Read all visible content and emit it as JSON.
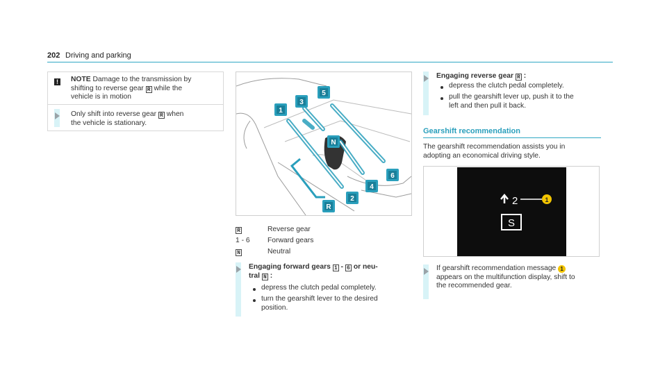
{
  "header": {
    "page_number": "202",
    "section": "Driving and parking"
  },
  "note": {
    "icon": "warning-icon",
    "title": "NOTE",
    "text_part1": "Damage to the transmission by",
    "text_part2": "shifting to reverse gear",
    "gear_r": "R",
    "text_part3": "while the",
    "text_part4": "vehicle is in motion",
    "step_part1": "Only shift into reverse gear",
    "step_part2": "when",
    "step_part3": "the vehicle is stationary."
  },
  "figure1": {
    "labels": [
      "1",
      "3",
      "5",
      "N",
      "6",
      "4",
      "2",
      "R"
    ],
    "colors": {
      "accent": "#2a9fbc",
      "highlight": "#d8f3f7"
    }
  },
  "legend": [
    {
      "key": "R",
      "text": "Reverse gear"
    },
    {
      "key": "1 - 6",
      "text": "Forward gears"
    },
    {
      "key": "N",
      "text": "Neutral"
    }
  ],
  "forward": {
    "title_part1": "Engaging forward gears",
    "g1": "1",
    "dash": "-",
    "g6": "6",
    "title_part2": "or neu-",
    "title_part3": "tral",
    "gn": "N",
    "colon": ":",
    "bullets": [
      "depress the clutch pedal completely.",
      "turn the gearshift lever to the desired",
      "position."
    ]
  },
  "reverse": {
    "title": "Engaging reverse gear",
    "gr": "R",
    "colon": ":",
    "bullets": [
      "depress the clutch pedal completely.",
      "pull the gearshift lever up, push it to the",
      "left and then pull it back."
    ]
  },
  "recommendation": {
    "heading": "Gearshift recommendation",
    "intro1": "The gearshift recommendation assists you in",
    "intro2": "adopting an economical driving style.",
    "display_gear": "2",
    "display_mode": "S",
    "callout": "1",
    "step1": "If gearshift recommendation message",
    "step2": "appears on the multifunction display, shift to",
    "step3": "the recommended gear."
  }
}
